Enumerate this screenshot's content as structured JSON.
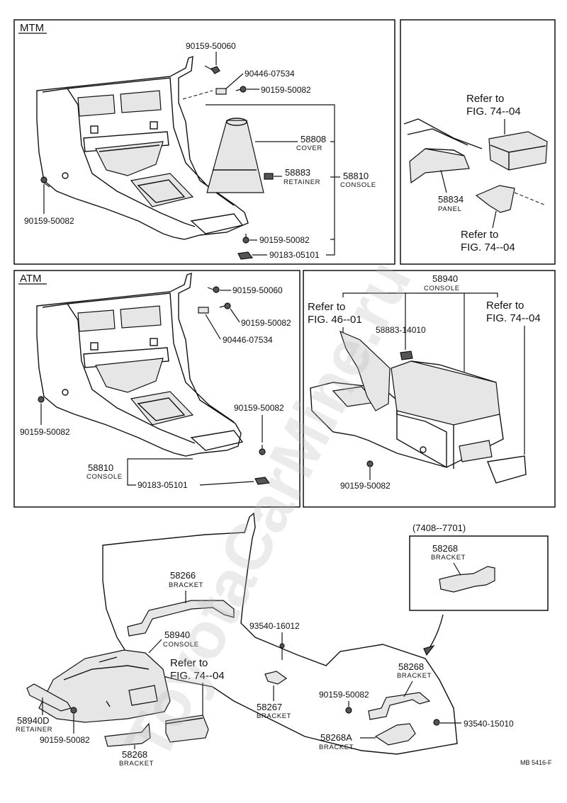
{
  "panels": {
    "mtm": {
      "title": "MTM",
      "parts": {
        "p90159_50060": "90159-50060",
        "p90446_07534": "90446-07534",
        "p90159_50082_top": "90159-50082",
        "p58808": "58808",
        "p58808_name": "COVER",
        "p58883": "58883",
        "p58883_name": "RETAINER",
        "p58810": "58810",
        "p58810_name": "CONSOLE",
        "p90159_50082_left": "90159-50082",
        "p90159_50082_bottom": "90159-50082",
        "p90183_05101": "90183-05101"
      }
    },
    "panel_right_top": {
      "ref_top_line1": "Refer to",
      "ref_top_line2": "FIG. 74--04",
      "p58834": "58834",
      "p58834_name": "PANEL",
      "ref_bottom_line1": "Refer to",
      "ref_bottom_line2": "FIG. 74--04"
    },
    "atm": {
      "title": "ATM",
      "parts": {
        "p90159_50060": "90159-50060",
        "p90159_50082_top": "90159-50082",
        "p90446_07534": "90446-07534",
        "p90159_50082_left": "90159-50082",
        "p90159_50082_right": "90159-50082",
        "p58810": "58810",
        "p58810_name": "CONSOLE",
        "p90183_05101": "90183-05101"
      }
    },
    "panel_right_mid": {
      "p58940": "58940",
      "p58940_name": "CONSOLE",
      "ref_left_line1": "Refer to",
      "ref_left_line2": "FIG. 46--01",
      "p58883_14010": "58883-14010",
      "ref_right_line1": "Refer to",
      "ref_right_line2": "FIG. 74--04",
      "p90159_50082": "90159-50082"
    },
    "bottom": {
      "inset_title": "(7408--7701)",
      "inset_58268": "58268",
      "inset_58268_name": "BRACKET",
      "p58266": "58266",
      "p58266_name": "BRACKET",
      "p58940": "58940",
      "p58940_name": "CONSOLE",
      "ref_line1": "Refer to",
      "ref_line2": "FIG. 74--04",
      "p93540_16012": "93540-16012",
      "p58268_right": "58268",
      "p58268_right_name": "BRACKET",
      "p90159_50082_right": "90159-50082",
      "p93540_15010": "93540-15010",
      "p58267": "58267",
      "p58267_name": "BRACKET",
      "p58268A": "58268A",
      "p58268A_name": "BRACKET",
      "p58940D": "58940D",
      "p58940D_name": "RETAINER",
      "p90159_50082_left": "90159-50082",
      "p58268_left": "58268",
      "p58268_left_name": "BRACKET"
    }
  },
  "watermark": "ToyotaCarMine.ru",
  "figure_code": "MB 5416-F"
}
